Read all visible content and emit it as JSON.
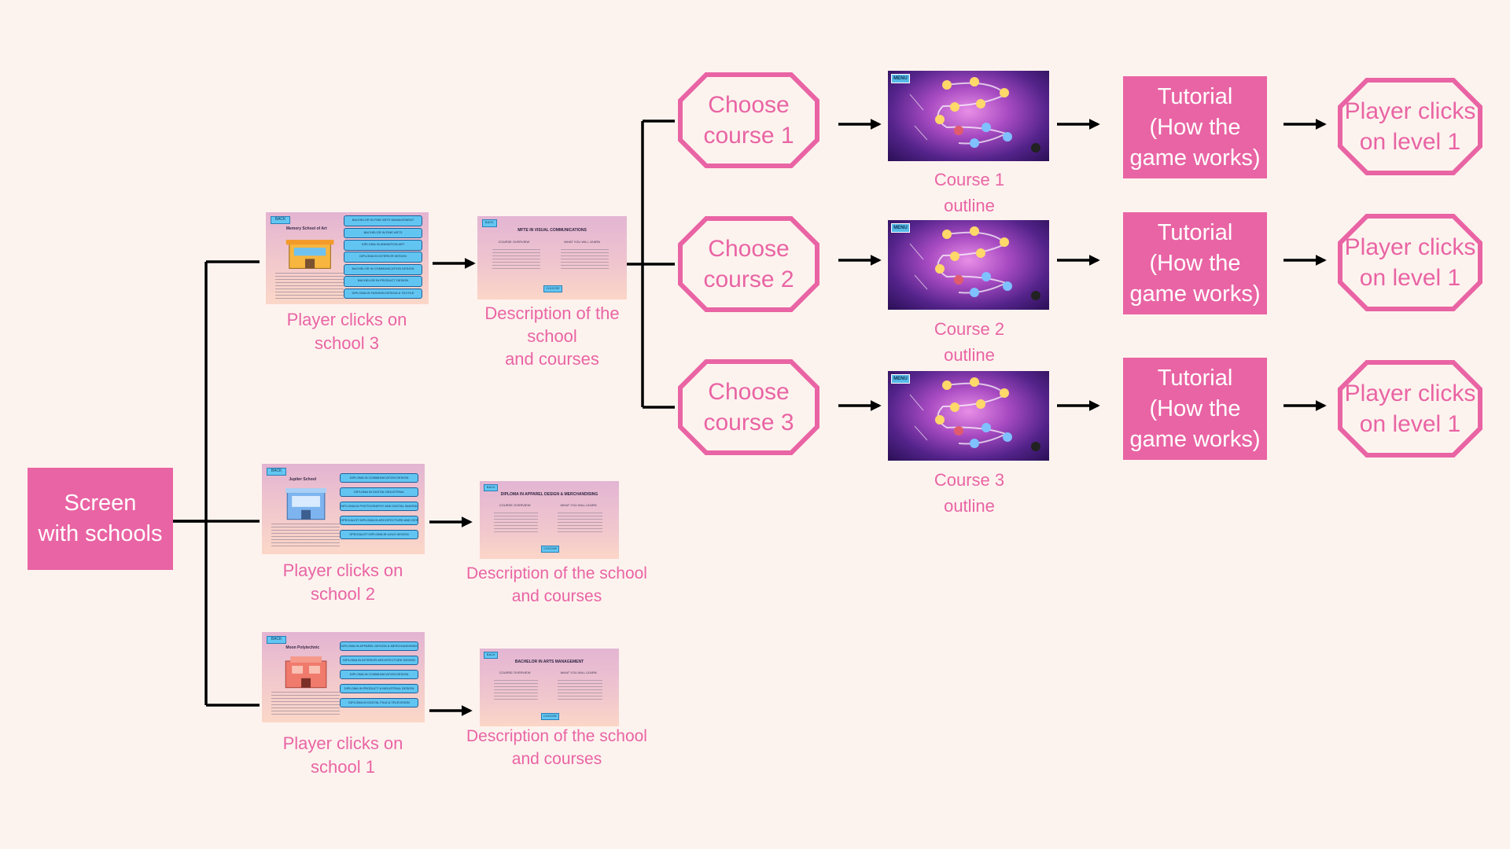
{
  "root": {
    "label": "Screen\nwith schools"
  },
  "schools": [
    {
      "caption": "Player clicks on\nschool 3",
      "screen": {
        "back": "BACK",
        "title": "Memory School of Art",
        "buttons": [
          "BACHELOR IN FINE ARTS MANAGEMENT",
          "BACHELOR IN FINE ARTS",
          "DIPLOMA IN ANIMATION ART",
          "DIPLOMA IN INTERIOR DESIGN",
          "BACHELOR IN COMMUNICATION DESIGN",
          "BACHELOR IN PRODUCT DESIGN",
          "DIPLOMA IN FASHION DESIGN & TEXTILE"
        ],
        "building_color": "#f6b640"
      },
      "description": {
        "caption": "Description of the\nschool\nand courses",
        "back": "BACK",
        "title": "MFTE IN VISUAL COMMUNICATIONS",
        "left_heading": "COURSE OVERVIEW",
        "right_heading": "WHAT YOU WILL LEARN",
        "button": "CHOOSE"
      }
    },
    {
      "caption": "Player clicks on\nschool 2",
      "screen": {
        "back": "BACK",
        "title": "Jupiter School",
        "buttons": [
          "DIPLOMA IN COMMUNICATION DESIGN",
          "DIPLOMA IN DIGITAL INDUSTRIAL",
          "DIPLOMA IN PHOTOGRAPHY AND DIGITAL IMAGING",
          "SPECIALIST DIPLOMA IN ARCHITECTURE AND DESIGN",
          "SPECIALIST DIPLOMA IN UI/UX DESIGN"
        ],
        "building_color": "#7db4f0"
      },
      "description": {
        "caption": "Description of the school\nand courses",
        "back": "BACK",
        "title": "DIPLOMA IN APPAREL DESIGN & MERCHANDISING",
        "left_heading": "COURSE OVERVIEW",
        "right_heading": "WHAT YOU WILL LEARN",
        "button": "CHOOSE"
      }
    },
    {
      "caption": "Player clicks on\nschool 1",
      "screen": {
        "back": "BACK",
        "title": "Moon Polytechnic",
        "buttons": [
          "DIPLOMA IN APPAREL DESIGN & MERCHANDISING",
          "DIPLOMA IN INTERIOR ARCHITECTURE DESIGN",
          "DIPLOMA IN COMMUNICATION DESIGN",
          "DIPLOMA IN PRODUCT & INDUSTRIAL DESIGN",
          "DIPLOMA IN DIGITAL FILM & TELEVISION"
        ],
        "building_color": "#f07a6c"
      },
      "description": {
        "caption": "Description of the school\nand courses",
        "back": "BACK",
        "title": "BACHELOR IN ARTS MANAGEMENT",
        "left_heading": "COURSE OVERVIEW",
        "right_heading": "WHAT YOU WILL LEARN",
        "button": "CHOOSE"
      }
    }
  ],
  "courses": [
    {
      "choose": "Choose\ncourse 1",
      "outline": "Course 1\noutline",
      "tutorial": "Tutorial\n(How the\ngame works)",
      "level": "Player clicks\non level 1",
      "menu": "MENU"
    },
    {
      "choose": "Choose\ncourse 2",
      "outline": "Course 2\noutline",
      "tutorial": "Tutorial\n(How the\ngame works)",
      "level": "Player clicks\non level 1",
      "menu": "MENU"
    },
    {
      "choose": "Choose\ncourse 3",
      "outline": "Course 3\noutline",
      "tutorial": "Tutorial\n(How the\ngame works)",
      "level": "Player clicks\non level 1",
      "menu": "MENU"
    }
  ],
  "colors": {
    "accent": "#e964a4",
    "background": "#fdf3ee",
    "line": "#000000"
  }
}
